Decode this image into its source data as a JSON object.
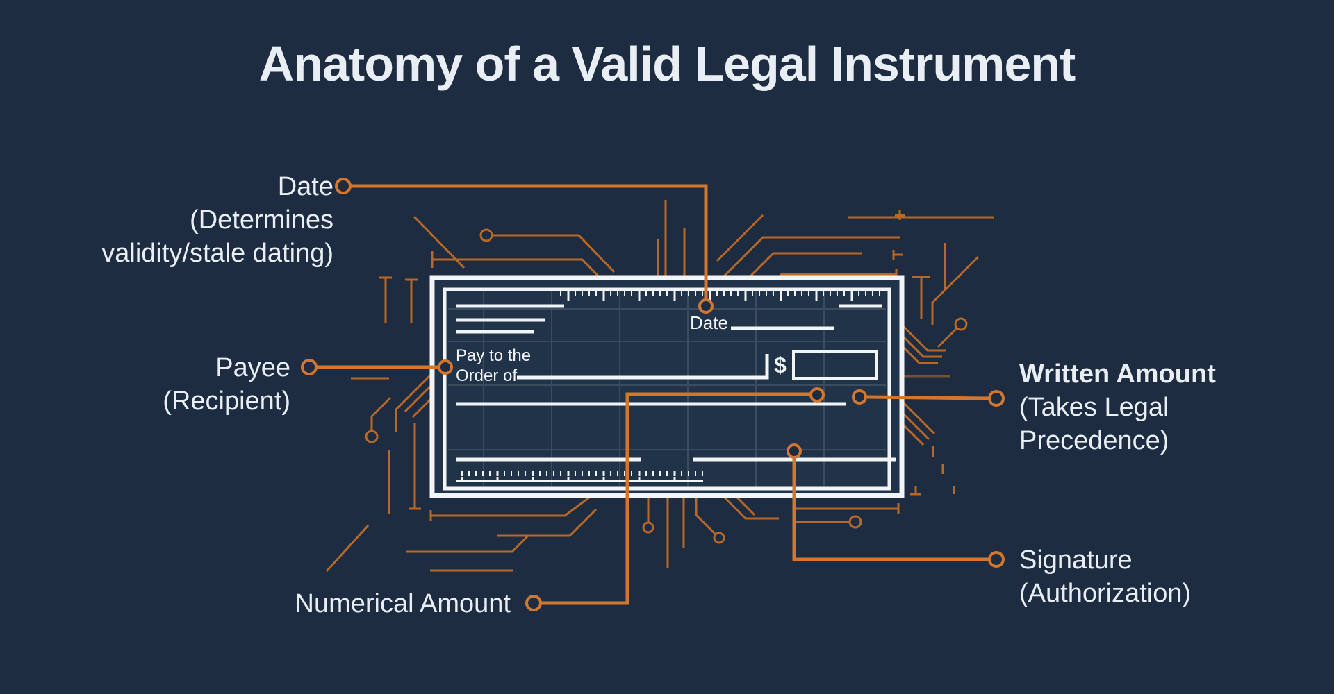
{
  "title": "Anatomy of a Valid Legal Instrument",
  "colors": {
    "background": "#1d2c40",
    "check_fill": "#213349",
    "line_white": "#f2f5f8",
    "accent_orange": "#d4772e",
    "trace_orange": "#b96927",
    "text": "#e9eef4"
  },
  "labels": {
    "date": {
      "line1": "Date",
      "line2": "(Determines",
      "line3": "validity/stale dating)"
    },
    "payee": {
      "line1": "Payee",
      "line2": "(Recipient)"
    },
    "written_amount": {
      "line1": "Written Amount",
      "line2": "(Takes Legal",
      "line3": "Precedence)"
    },
    "signature": {
      "line1": "Signature",
      "line2": "(Authorization)"
    },
    "numerical_amount": {
      "line1": "Numerical Amount"
    }
  },
  "check": {
    "date_label": "Date",
    "payee_label_line1": "Pay to the",
    "payee_label_line2": "Order of",
    "currency_symbol": "$"
  }
}
